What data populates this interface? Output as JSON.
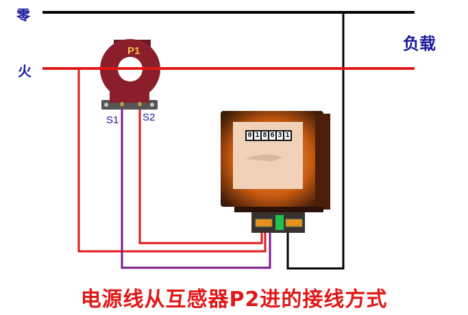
{
  "labels": {
    "neutral": "零",
    "live": "火",
    "load": "负载",
    "ct_primary": "P1",
    "ct_s1": "S1",
    "ct_s2": "S2"
  },
  "meter": {
    "reading_digits": [
      "0",
      "1",
      "8",
      "6",
      "3",
      "1"
    ]
  },
  "caption": "电源线从互感器P2进的接线方式",
  "colors": {
    "neutral_wire": "#000000",
    "live_wire": "#e01818",
    "s1_wire": "#7a1a8a",
    "label_blue": "#1a1aa0",
    "caption_red": "#e01818"
  }
}
